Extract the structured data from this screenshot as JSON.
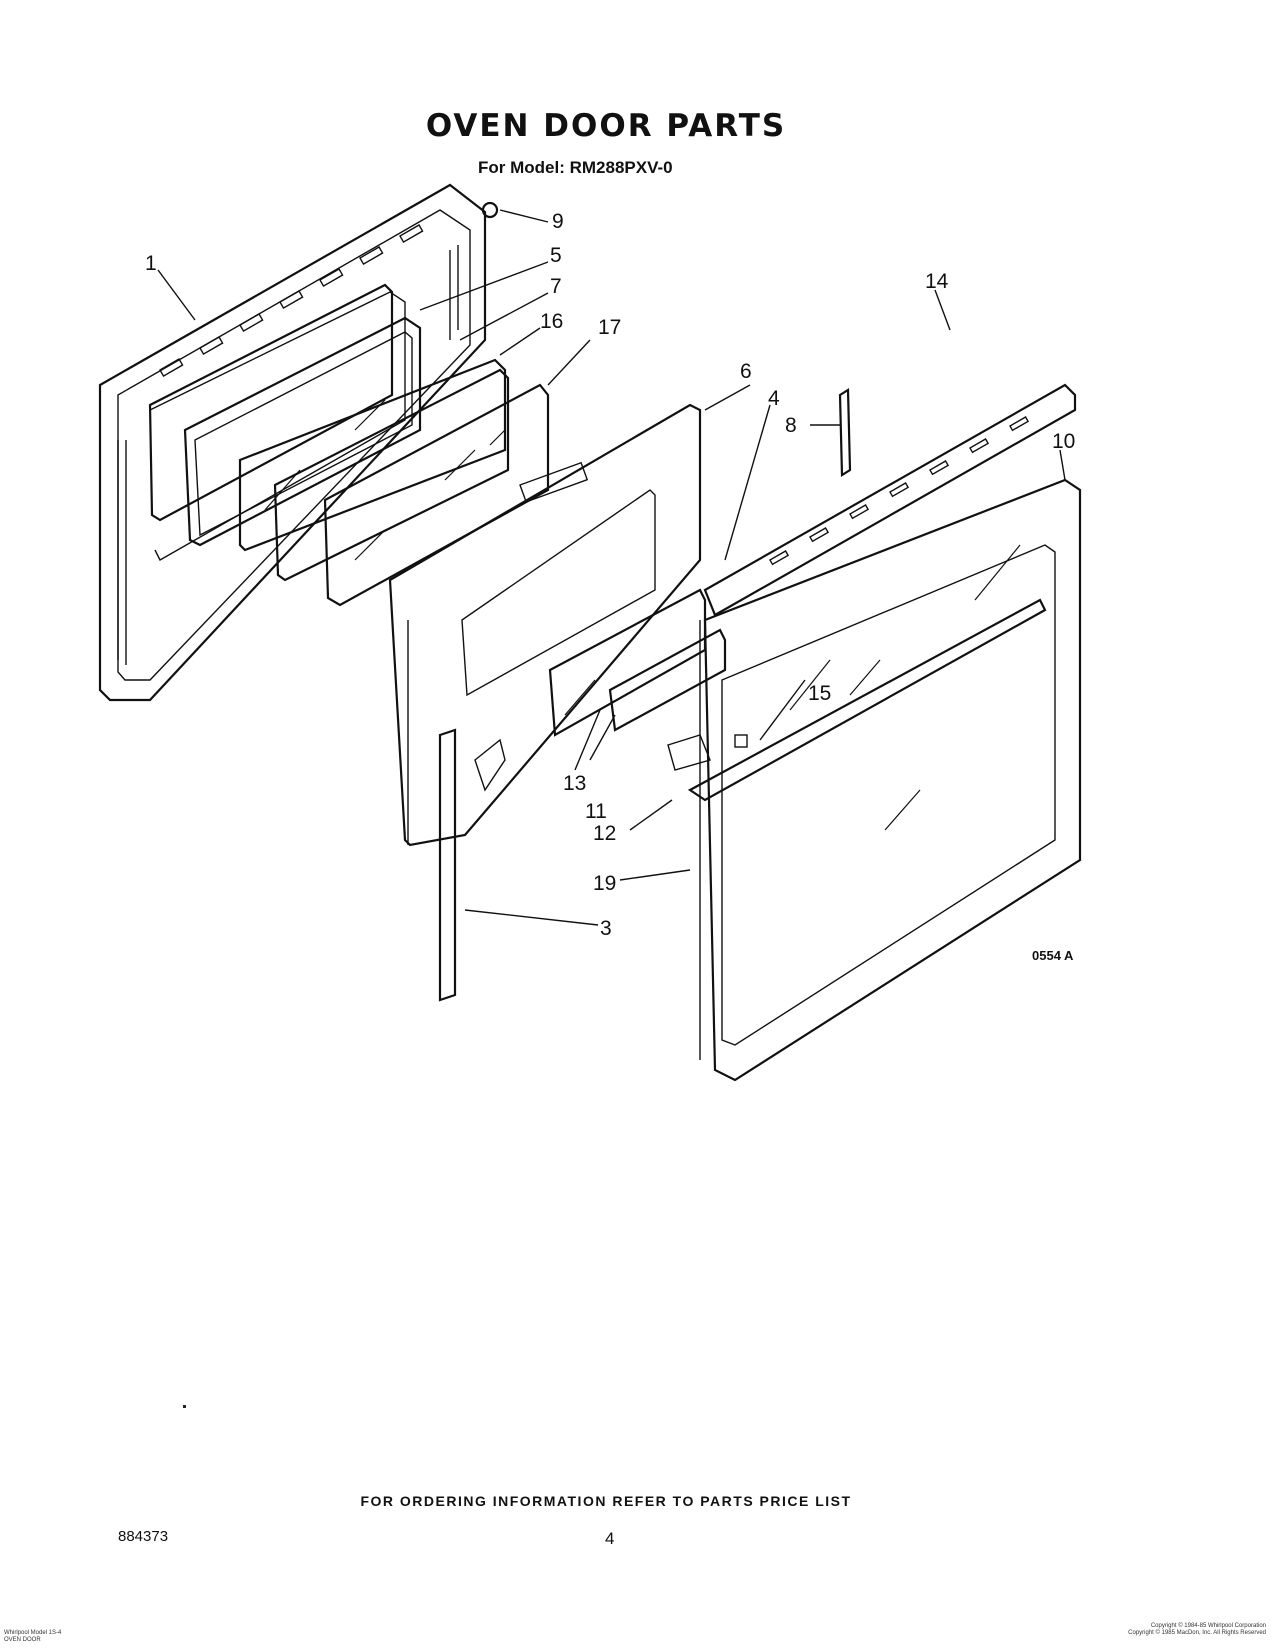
{
  "header": {
    "title": "OVEN DOOR PARTS",
    "model_line": "For Model: RM288PXV-0"
  },
  "diagram": {
    "callouts": [
      "1",
      "5",
      "7",
      "16",
      "17",
      "9",
      "6",
      "4",
      "8",
      "14",
      "10",
      "15",
      "13",
      "11",
      "12",
      "19",
      "3"
    ],
    "figure_code": "0554 A"
  },
  "footer": {
    "ordering_note": "FOR ORDERING INFORMATION REFER TO PARTS PRICE LIST",
    "doc_number": "884373",
    "page_number": "4",
    "fine_print_left": [
      "Whirlpool Model 1S-4",
      "OVEN DOOR"
    ],
    "fine_print_right": [
      "Copyright © 1984-85 Whirlpool Corporation",
      "Copyright © 1985 MacDon, Inc. All Rights Reserved"
    ]
  }
}
